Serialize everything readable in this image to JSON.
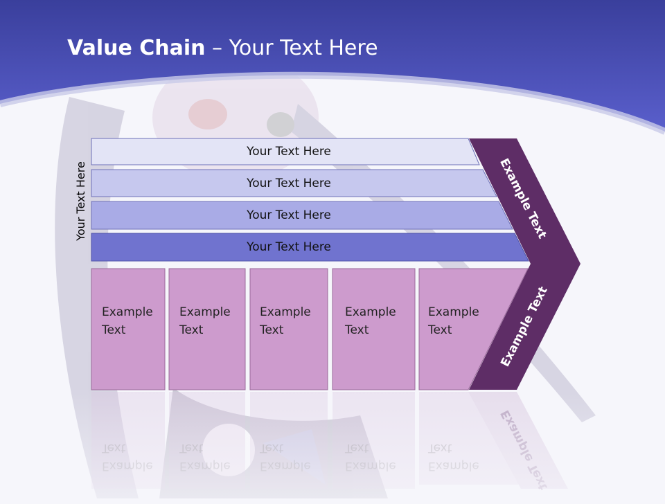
{
  "title": {
    "bold": "Value Chain",
    "rest": " – Your Text Here"
  },
  "side_label": "Your Text Here",
  "rows": [
    {
      "label": "Your Text Here",
      "color": "#e3e4f6"
    },
    {
      "label": "Your Text Here",
      "color": "#c6c8ee"
    },
    {
      "label": "Your Text Here",
      "color": "#a9abe6"
    },
    {
      "label": "Your Text Here",
      "color": "#7073cf"
    }
  ],
  "columns": [
    {
      "line1": "Example",
      "line2": "Text"
    },
    {
      "line1": "Example",
      "line2": "Text"
    },
    {
      "line1": "Example",
      "line2": "Text"
    },
    {
      "line1": "Example",
      "line2": "Text"
    },
    {
      "line1": "Example",
      "line2": "Text"
    }
  ],
  "chevron": {
    "upper_label": "Example Text",
    "lower_label": "Example Text",
    "color": "#5e2d66"
  },
  "colors": {
    "header_band": "#4a4fb8",
    "column_fill": "#cd9bcd",
    "background": "#f6f6fb"
  }
}
